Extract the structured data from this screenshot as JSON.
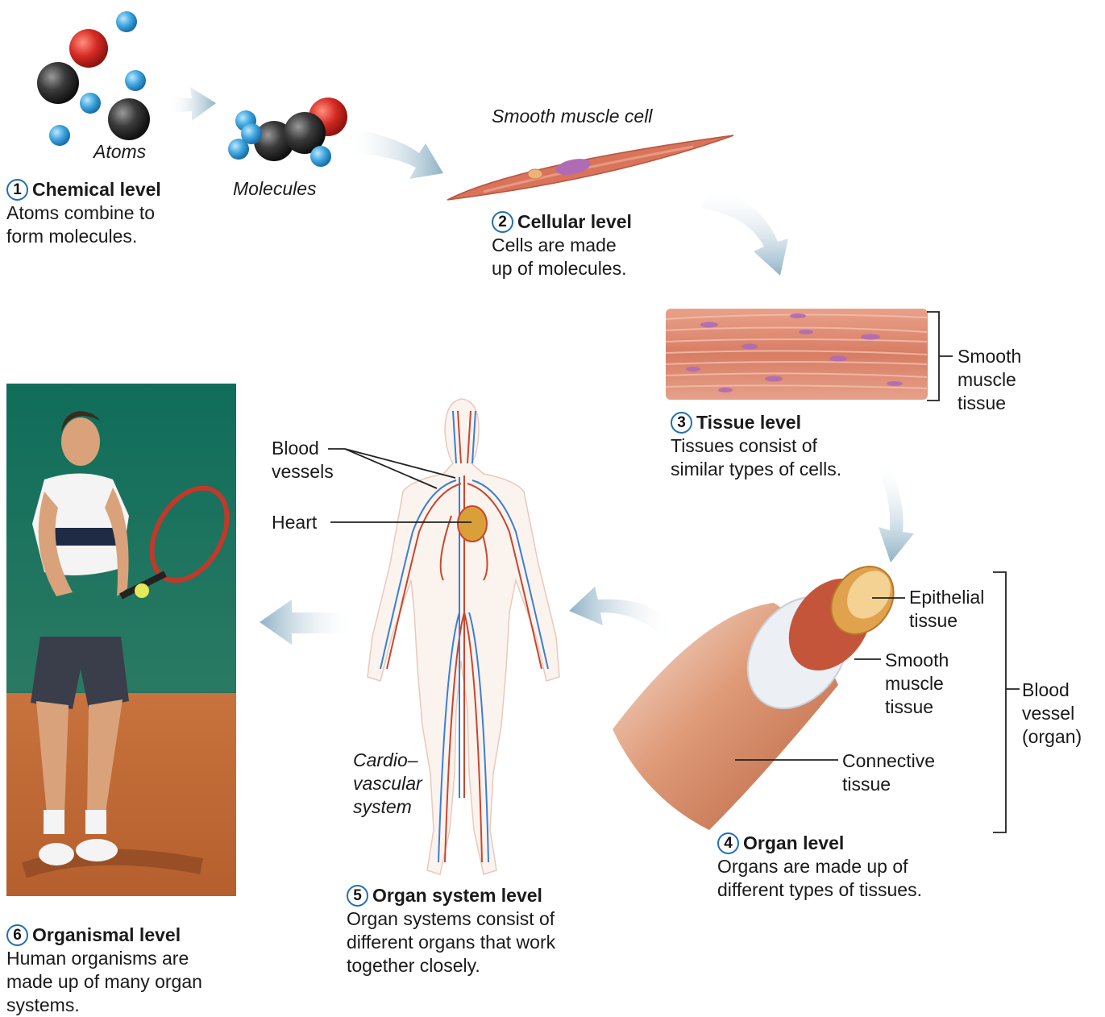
{
  "levels": [
    {
      "num": "1",
      "title": "Chemical level",
      "desc": "Atoms combine to\nform molecules."
    },
    {
      "num": "2",
      "title": "Cellular level",
      "desc": "Cells are made\nup of molecules."
    },
    {
      "num": "3",
      "title": "Tissue level",
      "desc": "Tissues consist of\nsimilar types of cells."
    },
    {
      "num": "4",
      "title": "Organ level",
      "desc": "Organs are made up of\ndifferent types of tissues."
    },
    {
      "num": "5",
      "title": "Organ system level",
      "desc": "Organ systems consist of\ndifferent organs that work\ntogether closely."
    },
    {
      "num": "6",
      "title": "Organismal level",
      "desc": "Human organisms are\nmade up of many organ\nsystems."
    }
  ],
  "labels": {
    "atoms": "Atoms",
    "molecules": "Molecules",
    "smooth_muscle_cell": "Smooth muscle cell",
    "smooth_muscle_tissue": "Smooth\nmuscle\ntissue",
    "epithelial_tissue": "Epithelial\ntissue",
    "organ_smooth_muscle": "Smooth\nmuscle\ntissue",
    "connective_tissue": "Connective\ntissue",
    "blood_vessel_organ": "Blood\nvessel\n(organ)",
    "blood_vessels": "Blood\nvessels",
    "heart": "Heart",
    "cardiovascular_system": "Cardio–\nvascular\nsystem"
  },
  "colors": {
    "hydrogen": "#3ea6e0",
    "oxygen": "#d62b24",
    "carbon": "#333333",
    "muscle": "#d9735a",
    "nucleus": "#b06bb5",
    "arrow": "#a9c6d6",
    "vein": "#3f7ecf",
    "artery": "#c9462e",
    "number_ring": "#1f6fb5"
  }
}
